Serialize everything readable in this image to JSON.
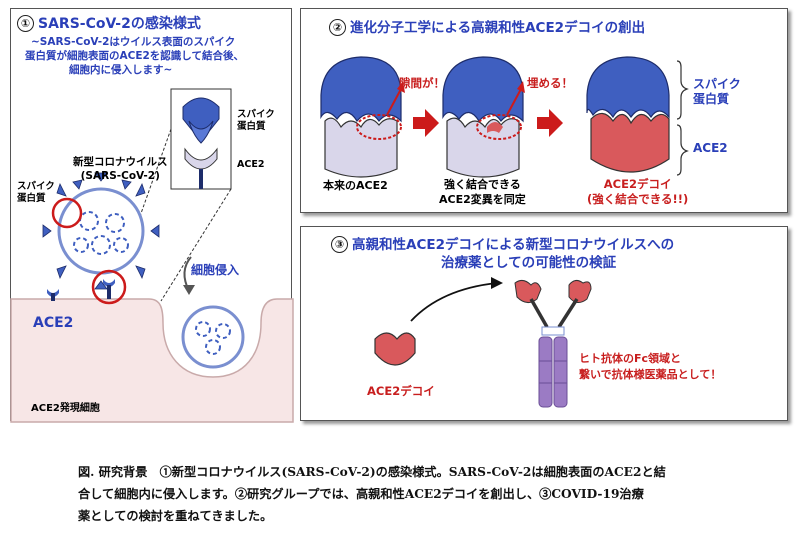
{
  "panel1": {
    "num": "①",
    "title": "SARS-CoV-2の感染様式",
    "subtitle_lines": [
      "~SARS-CoV-2はウイルス表面のスパイク",
      "蛋白質が細胞表面のACE2を認識して結合後、",
      "細胞内に侵入します~"
    ],
    "zoom_spike_lines": [
      "スパイク",
      "蛋白質"
    ],
    "zoom_ace2": "ACE2",
    "virus_label_lines": [
      "新型コロナウイルス",
      "(SARS-CoV-2)"
    ],
    "spike_label_lines": [
      "スパイク",
      "蛋白質"
    ],
    "invasion_label": "細胞侵入",
    "ace2_label": "ACE2",
    "cell_label": "ACE2発現細胞"
  },
  "panel2": {
    "num": "②",
    "title": "進化分子工学による高親和性ACE2デコイの創出",
    "gap_label": "隙間が！",
    "fill_label": "埋める！",
    "spike_lines": [
      "スパイク",
      "蛋白質"
    ],
    "ace2_label": "ACE2",
    "native_label": "本来のACE2",
    "mutant_lines": [
      "強く結合できる",
      "ACE2変異を同定"
    ],
    "decoy_lines": [
      "ACE2デコイ",
      "(強く結合できる!!)"
    ]
  },
  "panel3": {
    "num": "③",
    "title_lines": [
      "高親和性ACE2デコイによる新型コロナウイルスへの",
      "治療薬としての可能性の検証"
    ],
    "decoy_label": "ACE2デコイ",
    "fc_lines": [
      "ヒト抗体のFc領域と",
      "繋いで抗体様医薬品として！"
    ]
  },
  "caption_lines": [
    "図. 研究背景　①新型コロナウイルス(SARS-CoV-2)の感染様式。SARS-CoV-2は細胞表面のACE2と結",
    "合して細胞内に侵入します。②研究グループでは、高親和性ACE2デコイを創出し、③COVID-19治療",
    "薬としての検討を重ねてきました。"
  ],
  "colors": {
    "spike_blue": "#3f5fc0",
    "ace2_lavender": "#d9d6ea",
    "decoy_red": "#d9595c",
    "arrow_red": "#cc1b1b",
    "cell_pink": "#f7e6e6",
    "antibody_purple": "#9b7bc4"
  }
}
